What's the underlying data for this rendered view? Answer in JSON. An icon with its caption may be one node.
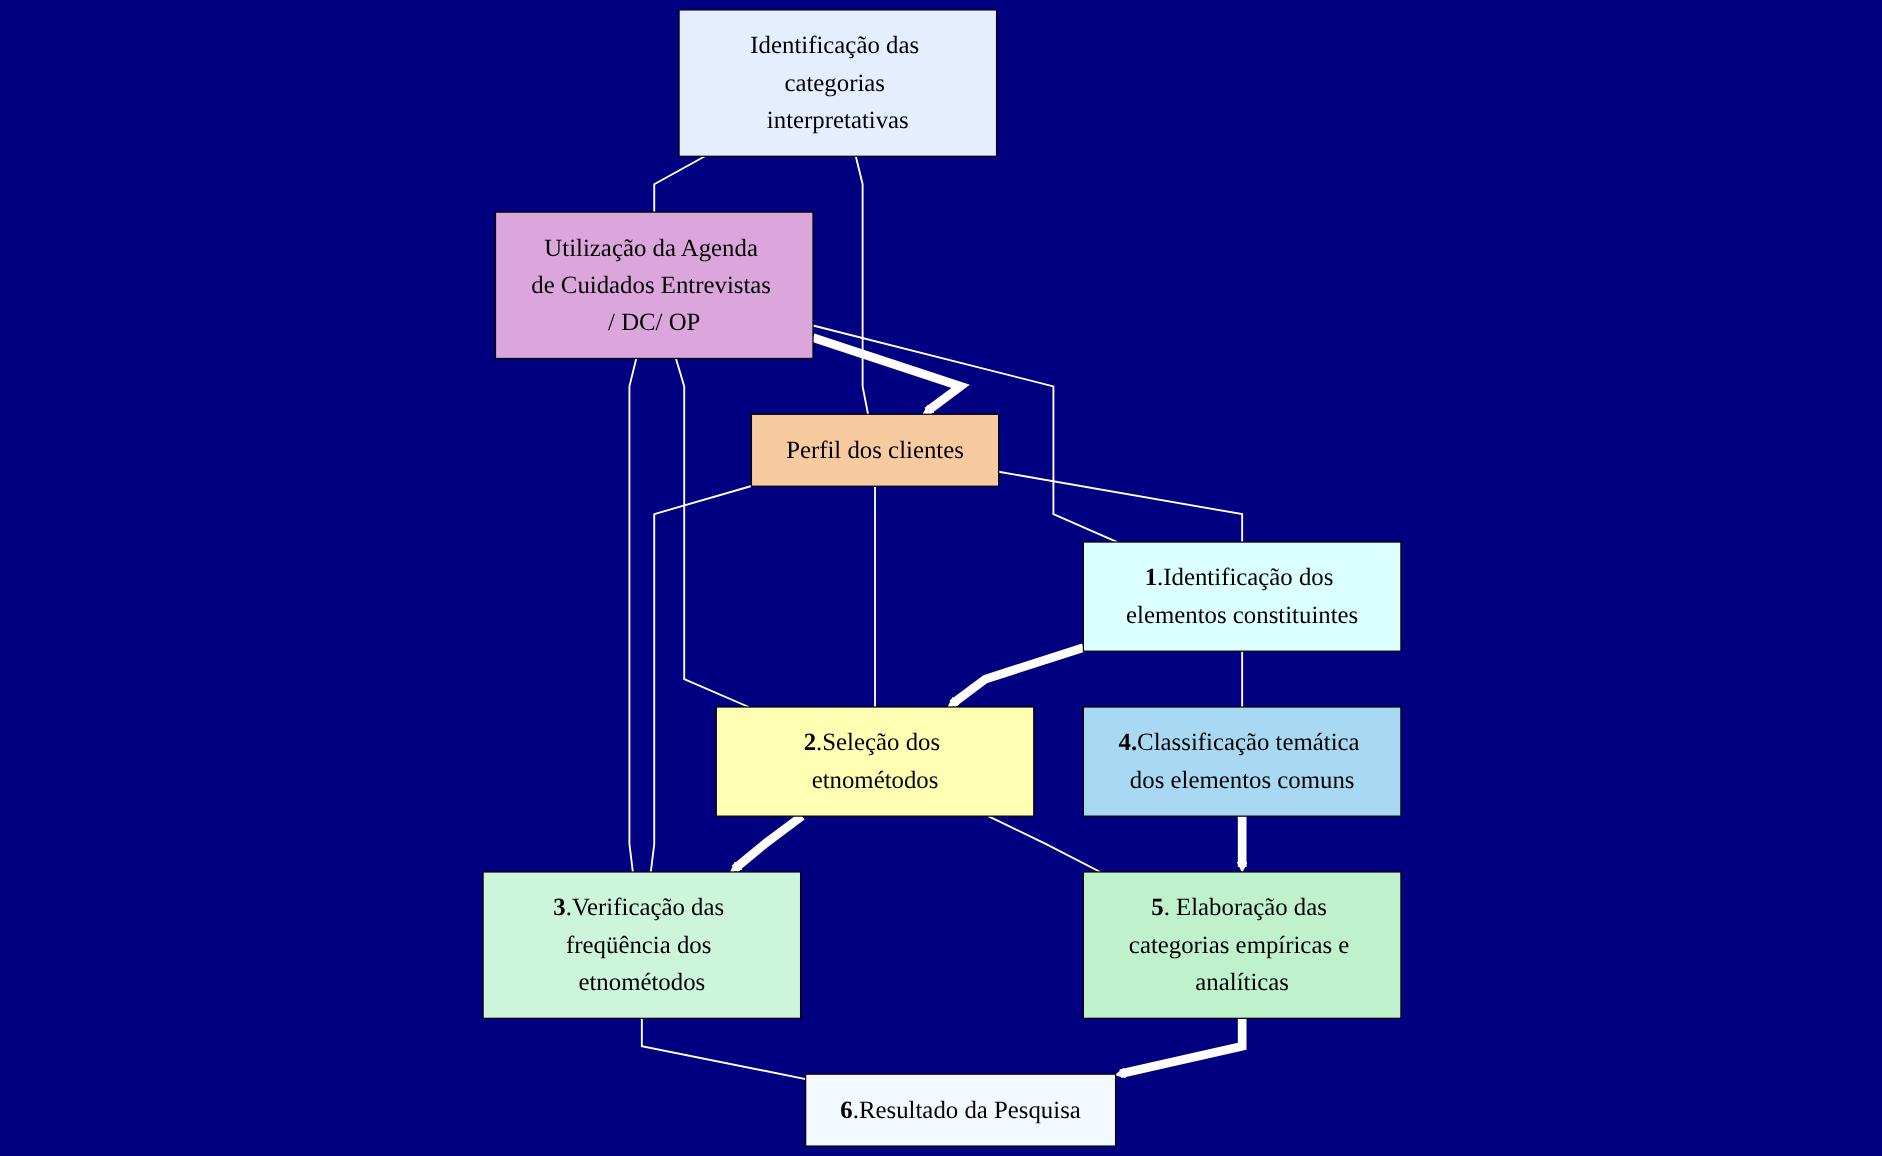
{
  "diagram": {
    "nodes": [
      {
        "text": [
          "Identificação das categorias interpretativas"
        ]
      },
      {
        "text": [
          "Utilização da Agenda de Cuidados Entrevistas / DC/ OP"
        ]
      },
      {
        "text": [
          "Perfil dos clientes"
        ]
      },
      {
        "text": [
          "**1**.Identificação dos elementos constituintes"
        ]
      },
      {
        "text": [
          "**2**.Seleção dos etnométodos"
        ]
      },
      {
        "text": [
          "**3**.Verificação das freqüência dos etnométodos"
        ]
      },
      {
        "text": [
          "**4.**Classificação temática dos elementos comuns"
        ]
      },
      {
        "text": [
          "**5**. Elaboração das categorias empíricas e analíticas"
        ]
      },
      {
        "text": [
          "**6**.Resultado da Pesquisa"
        ]
      }
    ],
    "edges": [
      {
        "from": 0,
        "to": 1,
        "arrow": "none"
      },
      {
        "from": 0,
        "to": 2,
        "arrow": "none"
      },
      {
        "from": 1,
        "to": 2,
        "arrow": "to",
        "style": "thick"
      },
      {
        "from": 1,
        "to": 3,
        "arrow": "none"
      },
      {
        "from": 1,
        "to": 4,
        "arrow": "none"
      },
      {
        "from": 1,
        "to": 5,
        "arrow": "none"
      },
      {
        "from": 2,
        "to": 3,
        "arrow": "none"
      },
      {
        "from": 2,
        "to": 4,
        "arrow": "none"
      },
      {
        "from": 2,
        "to": 5,
        "arrow": "none"
      },
      {
        "from": 3,
        "to": 4,
        "arrow": "to",
        "style": "thick"
      },
      {
        "from": 4,
        "to": 5,
        "arrow": "to",
        "style": "thick"
      },
      {
        "from": 3,
        "to": 6,
        "arrow": "none"
      },
      {
        "from": 4,
        "to": 7,
        "arrow": "none"
      },
      {
        "from": 5,
        "to": 8,
        "arrow": "none"
      },
      {
        "from": 6,
        "to": 7,
        "arrow": "to",
        "style": "thick"
      },
      {
        "from": 7,
        "to": 8,
        "arrow": "to",
        "style": "thick"
      }
    ]
  }
}
